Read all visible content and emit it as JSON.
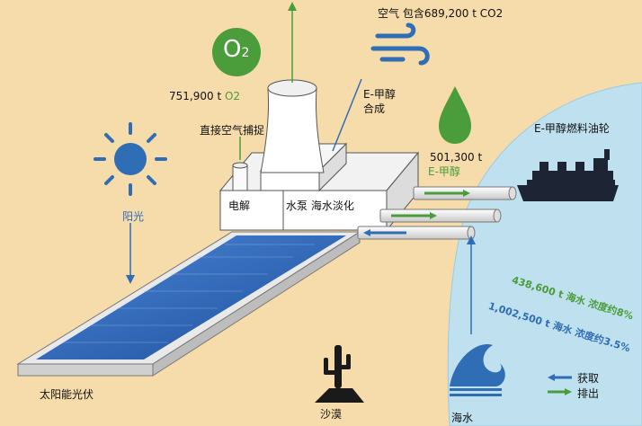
{
  "labels": {
    "air_contains": "空气 包含689,200 t CO2",
    "o2_value": "751,900 t",
    "o2_unit": "O2",
    "o2_badge": "O",
    "o2_badge_sub": "2",
    "dac": "直接空气捕捉",
    "emethanol_synthesis_line1": "E-甲醇",
    "emethanol_synthesis_line2": "合成",
    "emethanol_amount": "501,300 t",
    "emethanol_name": "E-甲醇",
    "tanker": "E-甲醇燃料油轮",
    "electrolysis": "电解",
    "pump_desal": "水泵 海水淡化",
    "sunlight": "阳光",
    "pv": "太阳能光伏",
    "desert": "沙漠",
    "seawater": "海水",
    "return_seawater": "438,600 t 海水 浓度约8%",
    "intake_seawater": "1,002,500 t 海水 浓度约3.5%",
    "legend_intake": "获取",
    "legend_discharge": "排出"
  },
  "colors": {
    "background": "#f6dcab",
    "sea": "#bfe0ee",
    "green": "#4a9d3a",
    "blue": "#2f6db5",
    "panel": "#2f6fc4"
  }
}
